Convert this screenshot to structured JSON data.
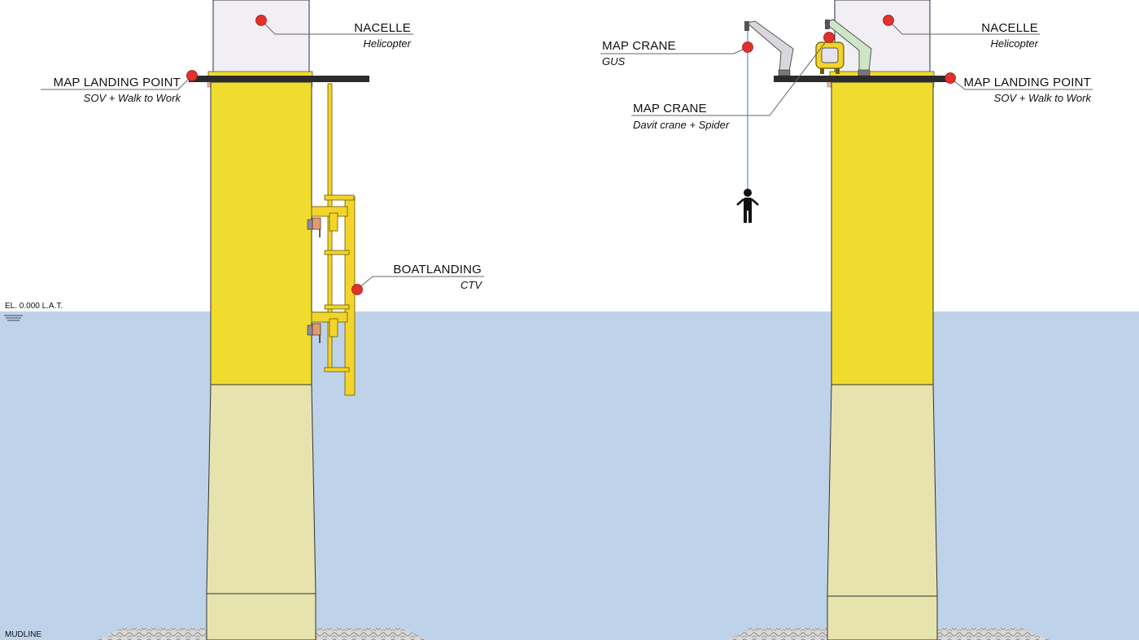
{
  "elevation_label": "EL. 0.000 L.A.T.",
  "mudline_label": "MUDLINE",
  "left": {
    "nacelle": {
      "title": "NACELLE",
      "sub": "Helicopter"
    },
    "landing": {
      "title": "MAP LANDING POINT",
      "sub": "SOV + Walk to Work"
    },
    "boatlanding": {
      "title": "BOATLANDING",
      "sub": "CTV"
    }
  },
  "right": {
    "nacelle": {
      "title": "NACELLE",
      "sub": "Helicopter"
    },
    "landing": {
      "title": "MAP LANDING POINT",
      "sub": "SOV + Walk to Work"
    },
    "crane_gus": {
      "title": "MAP CRANE",
      "sub": "GUS"
    },
    "crane_davit": {
      "title": "MAP CRANE",
      "sub": "Davit crane + Spider"
    }
  },
  "colors": {
    "water": "#bed3ea",
    "tower_yellow": "#efdc2e",
    "tower_pale": "#e6e3ae",
    "nacelle": "#f1eff3",
    "marker": "#e0312b",
    "deck": "#2b2b2b",
    "boatlanding": "#f2d42b",
    "crane_grey": "#d9d7dc",
    "crane_green": "#cfe6c6"
  }
}
